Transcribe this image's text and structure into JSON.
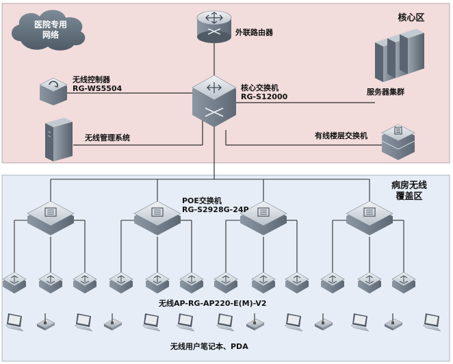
{
  "zones": {
    "core": {
      "title": "核心区",
      "fill": "#f2dcdc"
    },
    "ward": {
      "title_line1": "病房无线",
      "title_line2": "覆盖区",
      "fill": "#e6edf6"
    }
  },
  "cloud": {
    "line1": "医院专用",
    "line2": "网络",
    "color": "#5f6e7c"
  },
  "labels": {
    "router": "外联路由器",
    "core_switch_name": "核心交换机",
    "core_switch_model": "RG-S12000",
    "wireless_controller_name": "无线控制器",
    "wireless_controller_model": "RG-WS5504",
    "wireless_mgmt": "无线管理系统",
    "server_cluster": "服务器集群",
    "floor_switch": "有线楼层交换机",
    "poe_switch_name": "POE交换机",
    "poe_switch_model": "RG-S2928G-24P",
    "ap_label": "无线AP-RG-AP220-E(M)-V2",
    "users_label": "无线用户笔记本、PDA"
  },
  "colors": {
    "line": "#2b2b2b",
    "device_top": "#dfe3e8",
    "device_side": "#8f9aa6",
    "dark": "#3b4550"
  }
}
